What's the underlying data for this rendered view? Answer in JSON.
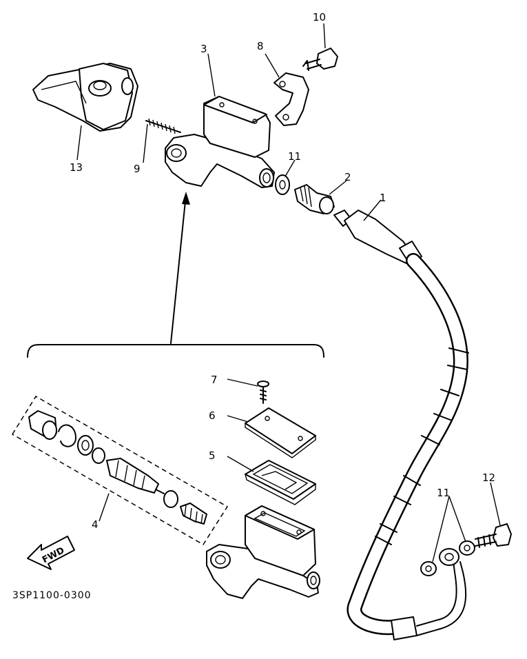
{
  "diagram": {
    "code": "3SP1100-0300",
    "fwd_label": "FWD",
    "callouts": [
      {
        "id": "c1",
        "text": "1"
      },
      {
        "id": "c2",
        "text": "2"
      },
      {
        "id": "c3",
        "text": "3"
      },
      {
        "id": "c4",
        "text": "4"
      },
      {
        "id": "c5",
        "text": "5"
      },
      {
        "id": "c6",
        "text": "6"
      },
      {
        "id": "c7",
        "text": "7"
      },
      {
        "id": "c8",
        "text": "8"
      },
      {
        "id": "c9",
        "text": "9"
      },
      {
        "id": "c10",
        "text": "10"
      },
      {
        "id": "c11a",
        "text": "11"
      },
      {
        "id": "c11b",
        "text": "11"
      },
      {
        "id": "c12",
        "text": "12"
      },
      {
        "id": "c13",
        "text": "13"
      }
    ]
  }
}
